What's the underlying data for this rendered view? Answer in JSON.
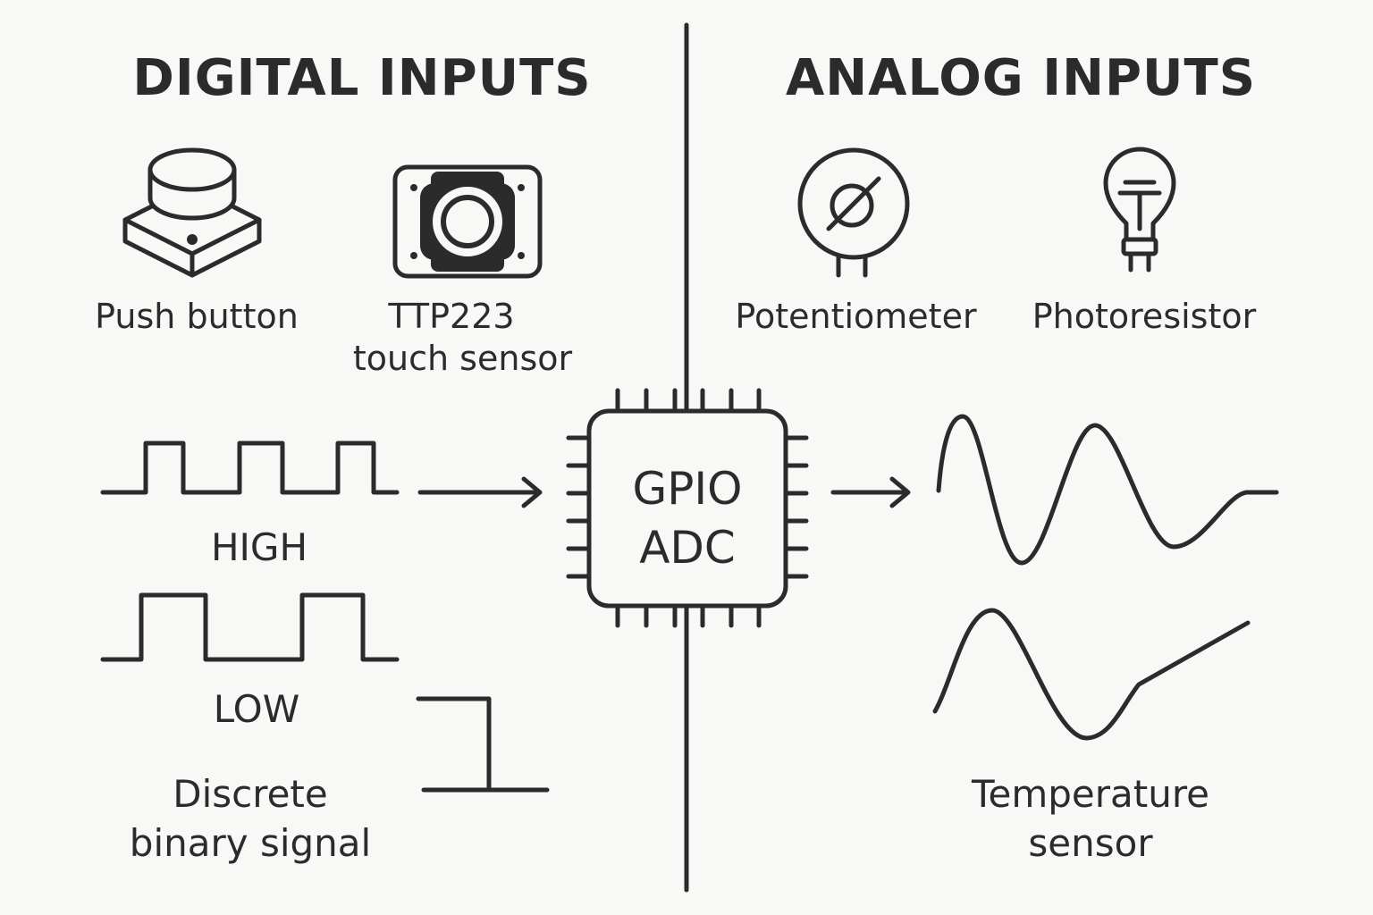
{
  "headings": {
    "digital": "DIGITAL INPUTS",
    "analog": "ANALOG INPUTS"
  },
  "digital_devices": [
    {
      "label": "Push button",
      "icon": "push-button-icon"
    },
    {
      "label_line1": "TTP223",
      "label_line2": "touch sensor",
      "icon": "touch-sensor-icon"
    }
  ],
  "analog_devices": [
    {
      "label": "Potentiometer",
      "icon": "potentiometer-icon"
    },
    {
      "label": "Photoresistor",
      "icon": "photoresistor-icon"
    }
  ],
  "chip": {
    "line1": "GPIO",
    "line2": "ADC"
  },
  "digital_signals": {
    "high": "HIGH",
    "low": "LOW",
    "caption_line1": "Discrete",
    "caption_line2": "binary signal"
  },
  "analog_signals": {
    "caption_line1": "Temperature",
    "caption_line2": "sensor"
  },
  "colors": {
    "background": "#f8f8f6",
    "ink": "#2b2b2b"
  }
}
